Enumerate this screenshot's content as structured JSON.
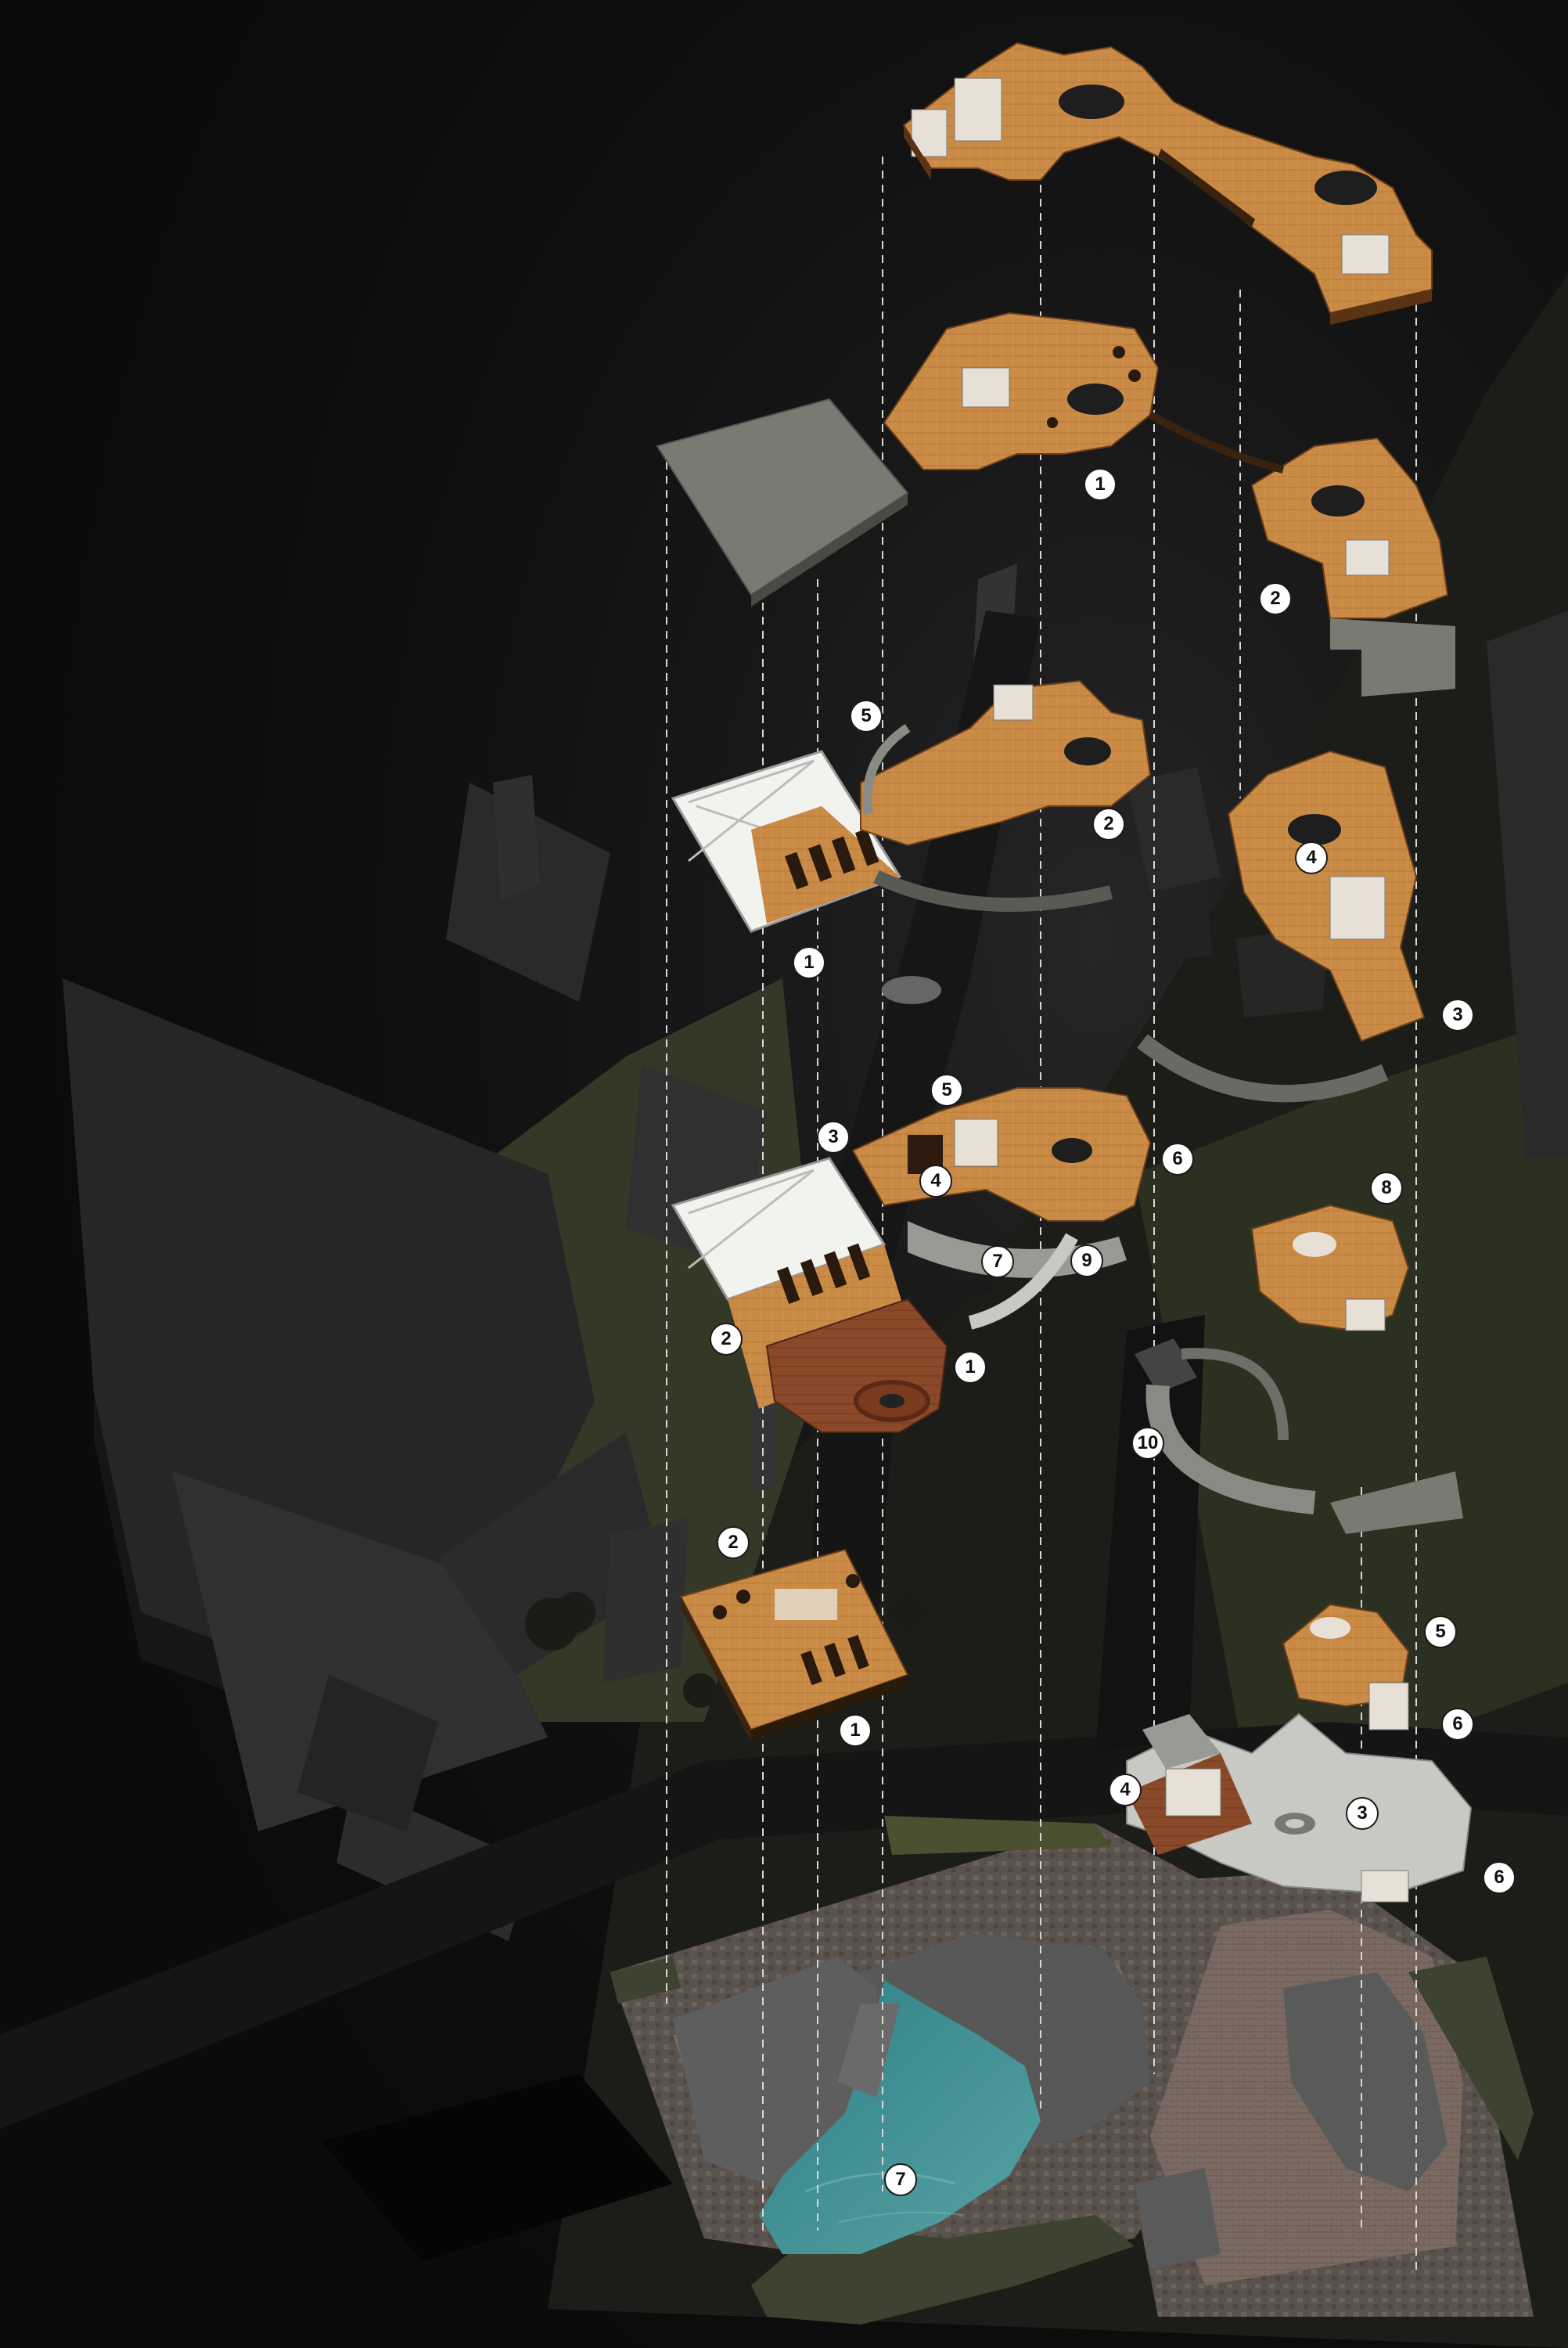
{
  "markers": [
    {
      "id": "m-top-1",
      "label": "1"
    },
    {
      "id": "m-top-2",
      "label": "2"
    },
    {
      "id": "m-l3-5",
      "label": "5"
    },
    {
      "id": "m-l3-2",
      "label": "2"
    },
    {
      "id": "m-l3-1",
      "label": "1"
    },
    {
      "id": "m-r3-4",
      "label": "4"
    },
    {
      "id": "m-r3-3",
      "label": "3"
    },
    {
      "id": "m-l2-5",
      "label": "5"
    },
    {
      "id": "m-l2-3",
      "label": "3"
    },
    {
      "id": "m-l2-4",
      "label": "4"
    },
    {
      "id": "m-l2-6",
      "label": "6"
    },
    {
      "id": "m-l2-7",
      "label": "7"
    },
    {
      "id": "m-l2-9",
      "label": "9"
    },
    {
      "id": "m-l2-2",
      "label": "2"
    },
    {
      "id": "m-l2-1",
      "label": "1"
    },
    {
      "id": "m-r2-8",
      "label": "8"
    },
    {
      "id": "m-r2-10",
      "label": "10"
    },
    {
      "id": "m-l1-2",
      "label": "2"
    },
    {
      "id": "m-l1-1",
      "label": "1"
    },
    {
      "id": "m-g-5",
      "label": "5"
    },
    {
      "id": "m-g-6a",
      "label": "6"
    },
    {
      "id": "m-g-4",
      "label": "4"
    },
    {
      "id": "m-g-3",
      "label": "3"
    },
    {
      "id": "m-g-6b",
      "label": "6"
    },
    {
      "id": "m-site-7",
      "label": "7"
    }
  ],
  "colors": {
    "background": "#0b0b0b",
    "floor_wood": "#c98a45",
    "floor_dark_wood": "#8a4a2a",
    "slab_grey": "#7a7a72",
    "context_building": "#2e2e2e",
    "lawn": "#3e4230",
    "paving": "#5a524d",
    "water": "#3f9196",
    "guide_line": "#d8d8d8"
  }
}
